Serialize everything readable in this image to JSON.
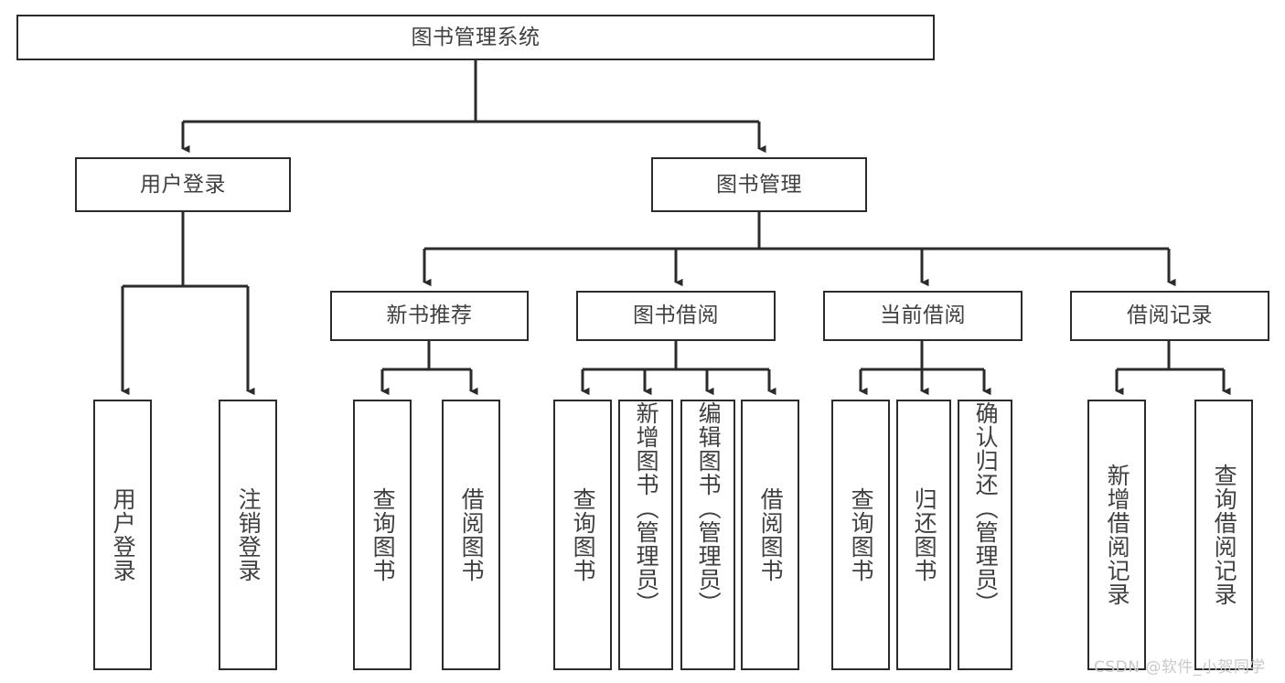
{
  "diagram": {
    "title": "图书管理系统",
    "type": "tree-hierarchy-chart",
    "watermark": "CSDN @软件_小贺同学",
    "colors": {
      "box_border": "#2b2b2b",
      "box_fill": "#ffffff",
      "edge": "#2b2b2b",
      "text": "#404040",
      "watermark": "#c9c9c9",
      "background": "#ffffff"
    },
    "levels": {
      "root": {
        "label": "图书管理系统"
      },
      "level2": [
        {
          "id": "user-login",
          "label": "用户登录"
        },
        {
          "id": "book-manage",
          "label": "图书管理"
        }
      ],
      "level3": [
        {
          "id": "new-book-recommend",
          "label": "新书推荐",
          "parent": "book-manage"
        },
        {
          "id": "book-borrow",
          "label": "图书借阅",
          "parent": "book-manage"
        },
        {
          "id": "current-borrow",
          "label": "当前借阅",
          "parent": "book-manage"
        },
        {
          "id": "borrow-record",
          "label": "借阅记录",
          "parent": "book-manage"
        }
      ],
      "leaves": [
        {
          "id": "leaf-user-login",
          "label": "用户登录",
          "parent": "user-login"
        },
        {
          "id": "leaf-user-logout",
          "label": "注销登录",
          "parent": "user-login"
        },
        {
          "id": "leaf-query-book-1",
          "label": "查询图书",
          "parent": "new-book-recommend"
        },
        {
          "id": "leaf-borrow-book-1",
          "label": "借阅图书",
          "parent": "new-book-recommend"
        },
        {
          "id": "leaf-query-book-2",
          "label": "查询图书",
          "parent": "book-borrow"
        },
        {
          "id": "leaf-add-book",
          "label": "新增图书（管理员）",
          "parent": "book-borrow"
        },
        {
          "id": "leaf-edit-book",
          "label": "编辑图书（管理员）",
          "parent": "book-borrow"
        },
        {
          "id": "leaf-borrow-book-2",
          "label": "借阅图书",
          "parent": "book-borrow"
        },
        {
          "id": "leaf-query-book-3",
          "label": "查询图书",
          "parent": "current-borrow"
        },
        {
          "id": "leaf-return-book",
          "label": "归还图书",
          "parent": "current-borrow"
        },
        {
          "id": "leaf-confirm-return",
          "label": "确认归还（管理员）",
          "parent": "current-borrow"
        },
        {
          "id": "leaf-add-record",
          "label": "新增借阅记录",
          "parent": "borrow-record"
        },
        {
          "id": "leaf-query-record",
          "label": "查询借阅记录",
          "parent": "borrow-record"
        }
      ]
    }
  }
}
